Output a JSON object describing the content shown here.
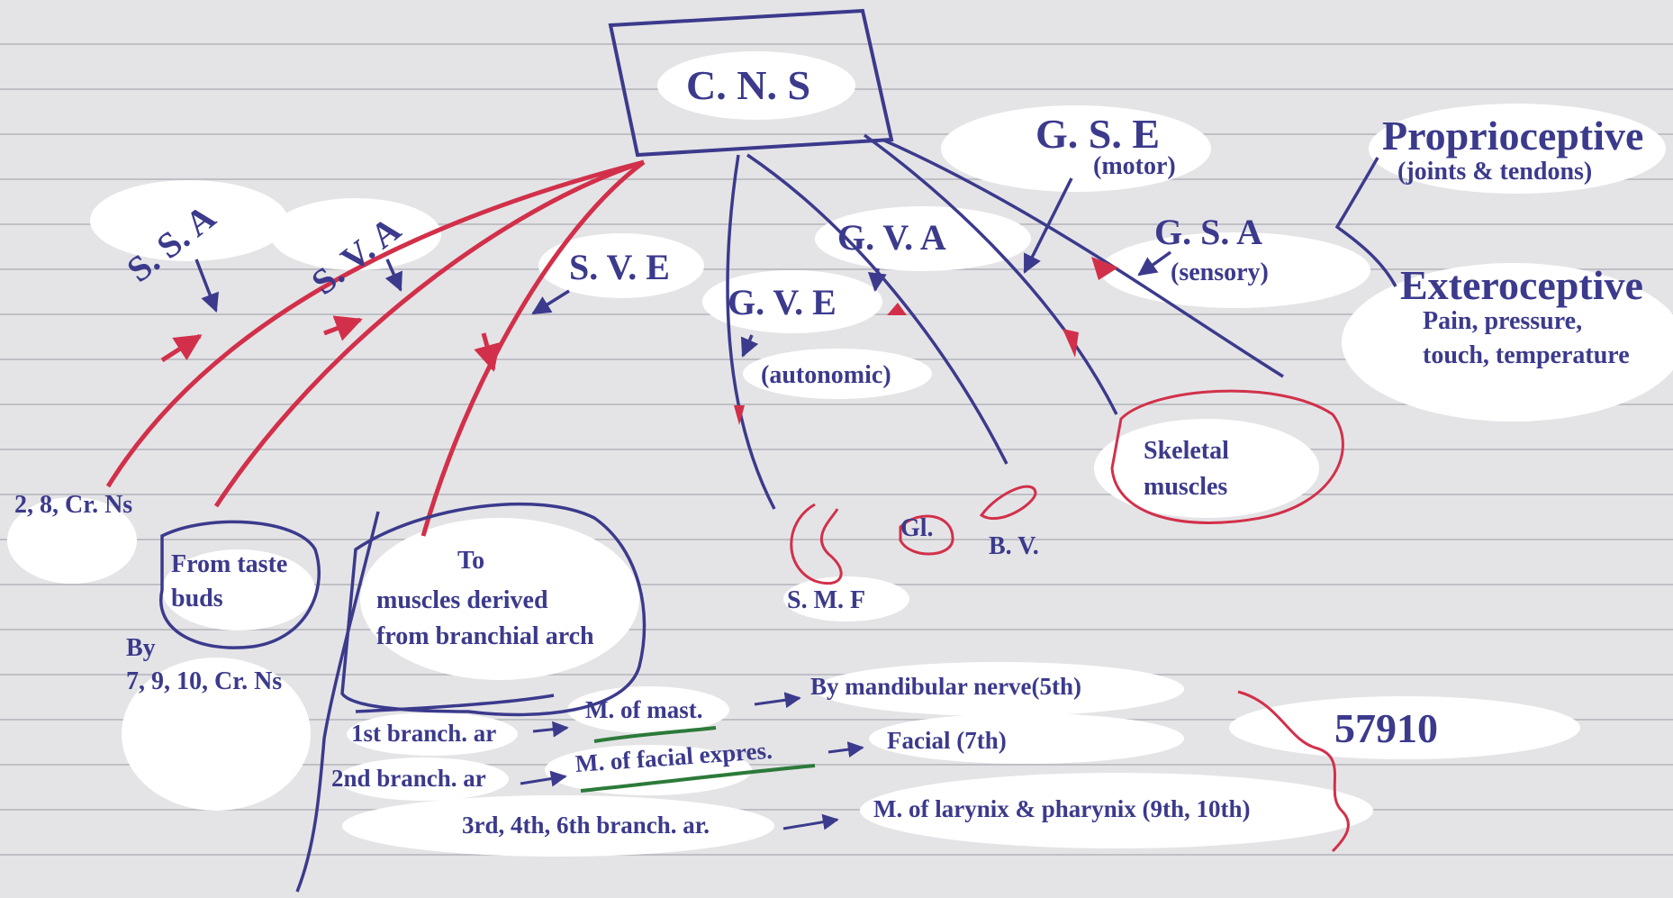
{
  "colors": {
    "blue": "#3b3a8c",
    "red": "#d2304a",
    "green": "#2c7a3a",
    "paper": "#e4e4e7"
  },
  "root": "C. N. S",
  "afferent_special": {
    "ssa": "S. S. A",
    "sva": "S. V. A",
    "sve": "S. V. E",
    "ssa_target": "2, 8, Cr. Ns",
    "sva_source_1": "From taste",
    "sva_source_2": "buds",
    "sva_by_1": "By",
    "sva_by_2": "7, 9, 10, Cr. Ns",
    "sve_target_1": "To",
    "sve_target_2": "muscles derived",
    "sve_target_3": "from branchial arch"
  },
  "visceral": {
    "gva": "G. V. A",
    "gve": "G. V. E",
    "gve_note": "(autonomic)",
    "smf": "S. M. F",
    "gl": "Gl.",
    "bv": "B. V."
  },
  "somatic": {
    "gse": "G. S. E",
    "gse_note": "(motor)",
    "gsa": "G. S. A",
    "gsa_note": "(sensory)",
    "skeletal_1": "Skeletal",
    "skeletal_2": "muscles"
  },
  "gsa_types": {
    "proprio": "Proprioceptive",
    "proprio_note": "(joints & tendons)",
    "extero": "Exteroceptive",
    "extero_note_1": "Pain, pressure,",
    "extero_note_2": "touch, temperature"
  },
  "branchial": {
    "arch1": "1st branch. ar",
    "muscle1": "M. of mast.",
    "nerve1": "By mandibular nerve(5th)",
    "arch2": "2nd branch. ar",
    "muscle2": "M. of facial expres.",
    "nerve2": "Facial (7th)",
    "arch3": "3rd, 4th, 6th branch. ar.",
    "nerve3": "M. of larynix & pharynix (9th, 10th)",
    "summary": "57910"
  }
}
